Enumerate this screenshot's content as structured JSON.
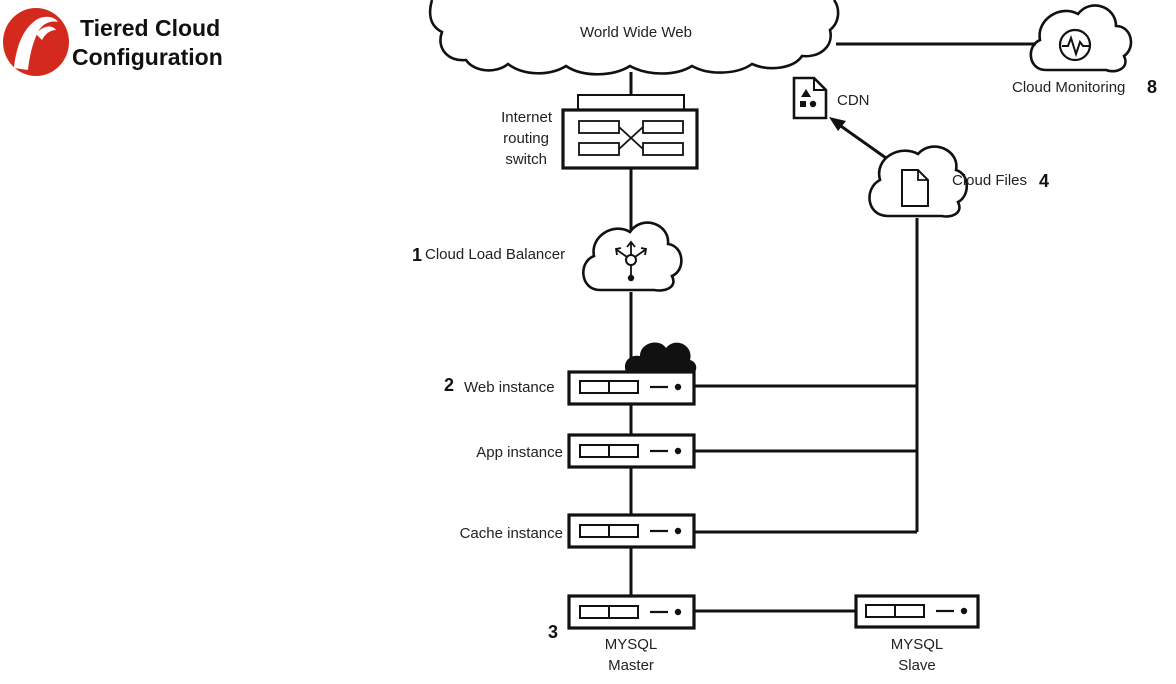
{
  "header": {
    "title_line1": "Tiered Cloud",
    "title_line2": "Configuration",
    "logo_icon": "rackspace-logo-icon"
  },
  "nodes": {
    "internet": {
      "label": "World Wide Web",
      "icon": "cloud-icon"
    },
    "router": {
      "label_lines": [
        "Internet",
        "routing",
        "switch"
      ],
      "icon": "routing-switch-icon"
    },
    "cdn": {
      "label": "CDN",
      "icon": "cdn-file-icon"
    },
    "monitoring": {
      "label": "Cloud Monitoring",
      "number": "8",
      "icon": "cloud-monitoring-icon"
    },
    "cloud_files": {
      "label": "Cloud Files",
      "number": "4",
      "icon": "cloud-files-icon"
    },
    "load_balancer": {
      "label": "Cloud Load Balancer",
      "number": "1",
      "icon": "cloud-load-balancer-icon"
    },
    "web": {
      "label": "Web instance",
      "number": "2",
      "icon": "server-icon"
    },
    "app": {
      "label": "App instance",
      "icon": "server-icon"
    },
    "cache": {
      "label": "Cache instance",
      "icon": "server-icon"
    },
    "mysql_master": {
      "label_lines": [
        "MYSQL",
        "Master"
      ],
      "number": "3",
      "icon": "server-icon"
    },
    "mysql_slave": {
      "label_lines": [
        "MYSQL",
        "Slave"
      ],
      "icon": "server-icon"
    }
  },
  "colors": {
    "logo_red": "#d42a1e",
    "line": "#111111",
    "text": "#222222"
  }
}
